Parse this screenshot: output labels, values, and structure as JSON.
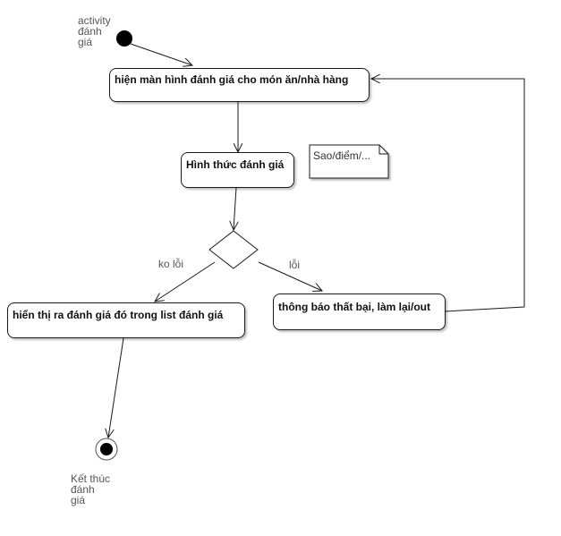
{
  "start_label": "activity đánh giá",
  "start_label_lines": [
    "activity",
    "đánh",
    "giá"
  ],
  "end_label_lines": [
    "Kết thúc",
    "đánh",
    "giá"
  ],
  "nodes": {
    "show_screen": "hiện màn hình đánh giá cho món ăn/nhà hàng",
    "review_type": "Hình thức đánh giá",
    "show_in_list": "hiển thị ra đánh giá đó trong list đánh giá",
    "fail_notice": "thông báo thất bại, làm lại/out"
  },
  "note": "Sao/điểm/...",
  "guards": {
    "no_error": "ko lỗi",
    "error": "lỗi"
  },
  "colors": {
    "stroke": "#1a1a1a",
    "label": "#555555",
    "background": "#ffffff"
  }
}
